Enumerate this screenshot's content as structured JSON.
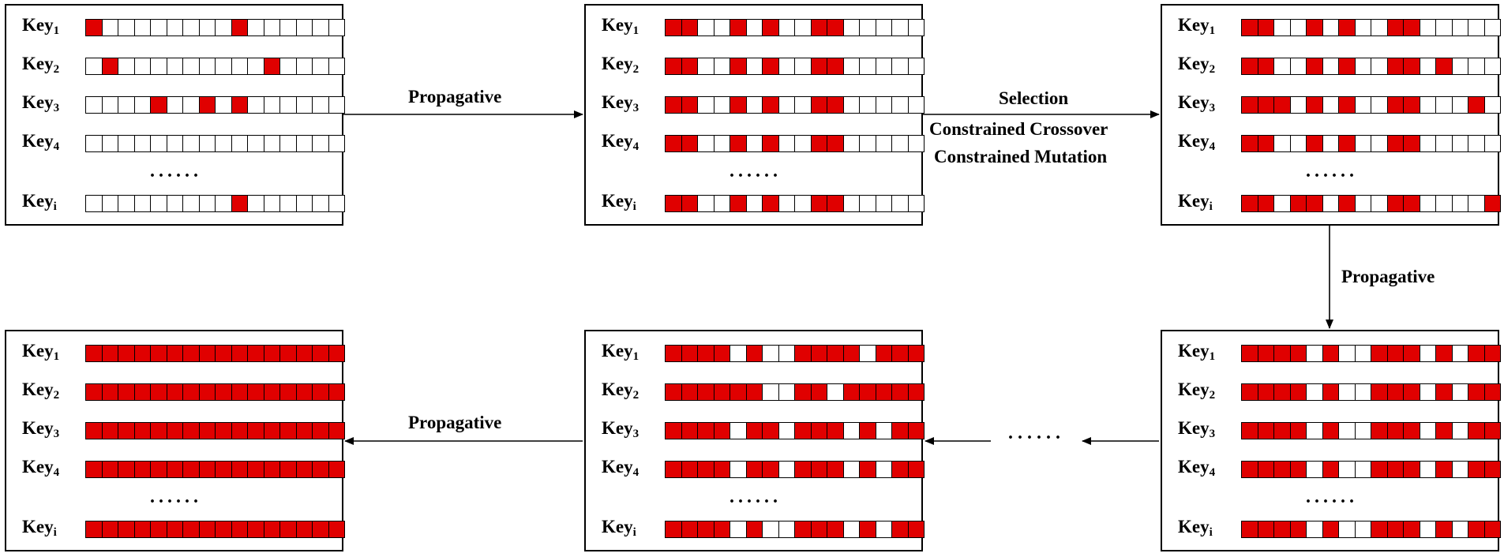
{
  "colors": {
    "filled": "#e00000",
    "empty": "#ffffff",
    "stroke": "#000000"
  },
  "row_labels": [
    {
      "base": "Key",
      "sub": "1"
    },
    {
      "base": "Key",
      "sub": "2"
    },
    {
      "base": "Key",
      "sub": "3"
    },
    {
      "base": "Key",
      "sub": "4"
    },
    {
      "base": "Key",
      "sub": "i"
    }
  ],
  "ellipsis": "······",
  "flow_ellipsis": "······",
  "arrow_labels": {
    "top_left": "Propagative",
    "top_right_line1": "Selection",
    "top_right_line2": "Constrained Crossover",
    "top_right_line3": "Constrained Mutation",
    "right_down": "Propagative",
    "bottom_left": "Propagative"
  },
  "panels": [
    {
      "id": "panel-1",
      "rows": [
        "1000000001000000",
        "0100000000010000",
        "0000100101000000",
        "0000000000000000",
        "0000000001000000"
      ]
    },
    {
      "id": "panel-2",
      "rows": [
        "1100101001100000",
        "1100101001100000",
        "1100101001100000",
        "1100101001100000",
        "1100101001100000"
      ]
    },
    {
      "id": "panel-3",
      "rows": [
        "1100101001100000",
        "1100101001101000",
        "1110101001100010",
        "1100101001100000",
        "1101101001100001"
      ]
    },
    {
      "id": "panel-6",
      "rows": [
        "1111111111111111",
        "1111111111111111",
        "1111111111111111",
        "1111111111111111",
        "1111111111111111"
      ]
    },
    {
      "id": "panel-5",
      "rows": [
        "1111010011110111",
        "1111110011011111",
        "1111011011101011",
        "1111011011101011",
        "1111010011101011"
      ]
    },
    {
      "id": "panel-4",
      "rows": [
        "1111010011101011",
        "1111010011101011",
        "1111010011101011",
        "1111010011101011",
        "1111010011101011"
      ]
    }
  ]
}
